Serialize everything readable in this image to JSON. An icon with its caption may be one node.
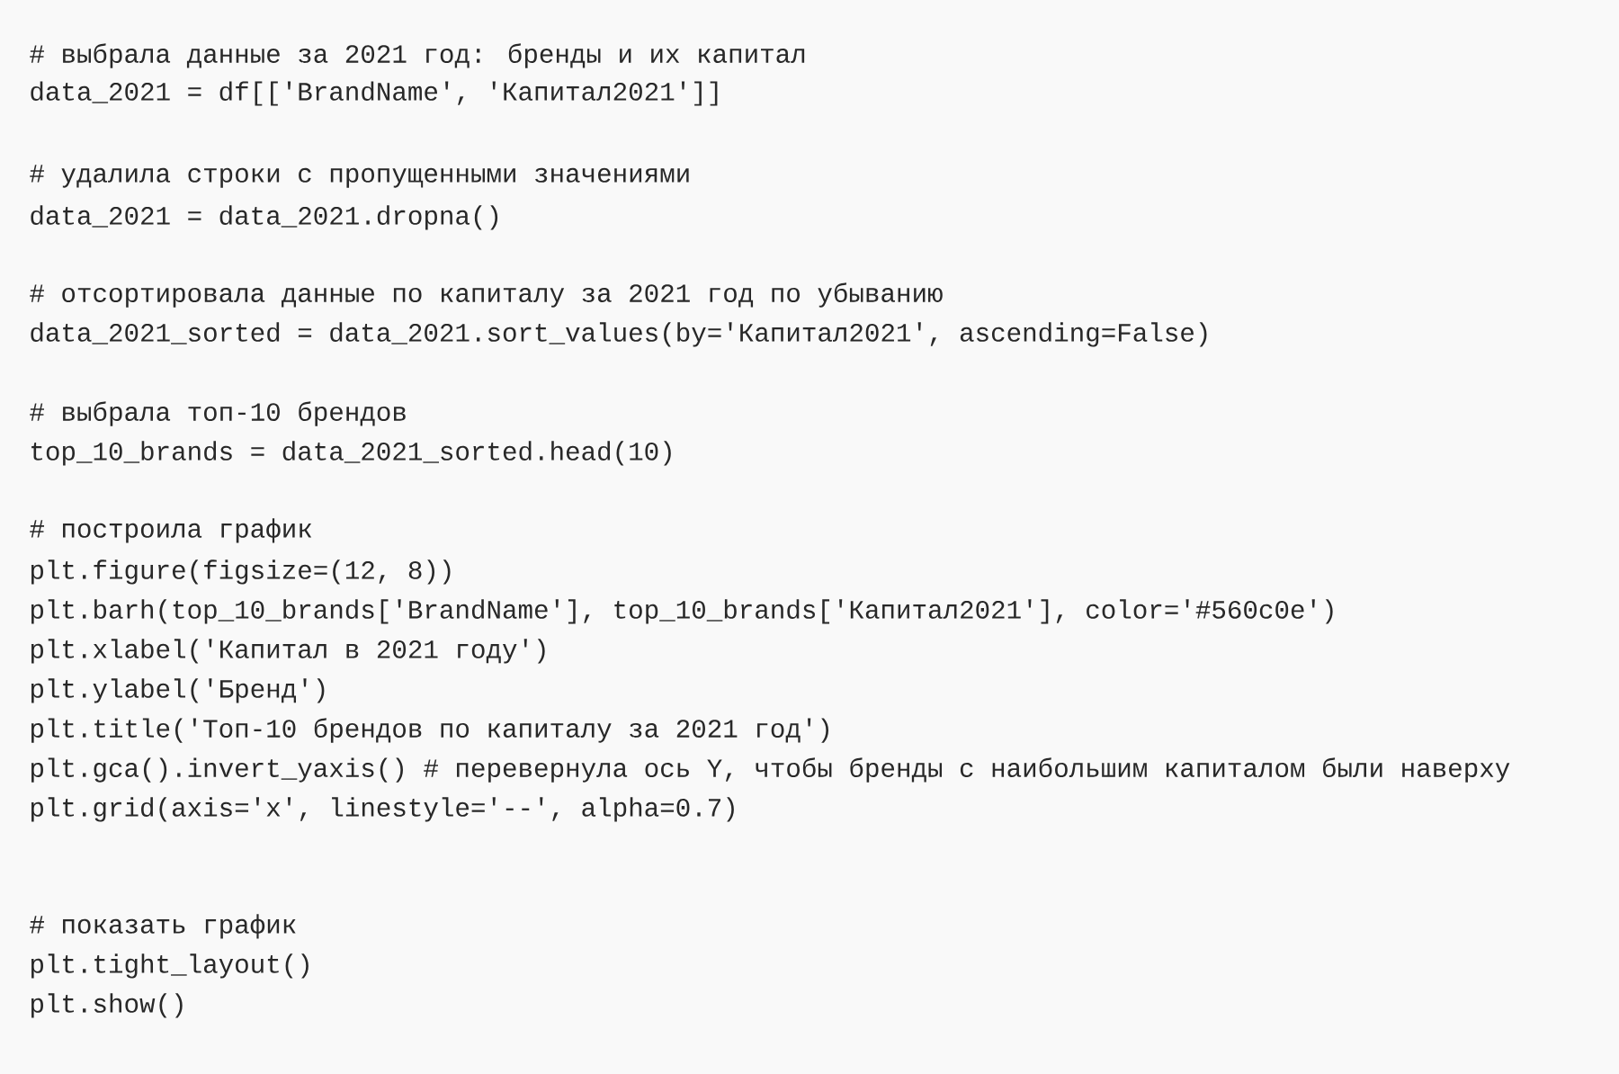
{
  "diagram": {
    "labels": [
      "# выбрала данные за 2021 год: бренды и их капитал",
      "data_2021 = df[['BrandName', 'Капитал2021']]",
      "# удалила строки с пропущенными значениями",
      "data_2021 = data_2021.dropna()",
      "# отсортировала данные по капиталу за 2021 год по убыванию",
      "data_2021_sorted = data_2021.sort_values(by='Капитал2021', ascending=False)",
      "# выбрала топ-10 брендов",
      "top_10_brands = data_2021_sorted.head(10)",
      "# построила график",
      "plt.figure(figsize=(12, 8))",
      "plt.barh(top_10_brands['BrandName'], top_10_brands['Капитал2021'], color='#560c0e')",
      "plt.xlabel('Капитал в 2021 году')",
      "plt.ylabel('Бренд')",
      "plt.title('Топ-10 брендов по капиталу за 2021 год')",
      "plt.gca().invert_yaxis()  # перевернула ось Y, чтобы бренды с наибольшим капиталом были наверху",
      "plt.grid(axis='x', linestyle='--', alpha=0.7)",
      "# показать график",
      "plt.tight_layout()",
      "plt.show()"
    ]
  }
}
